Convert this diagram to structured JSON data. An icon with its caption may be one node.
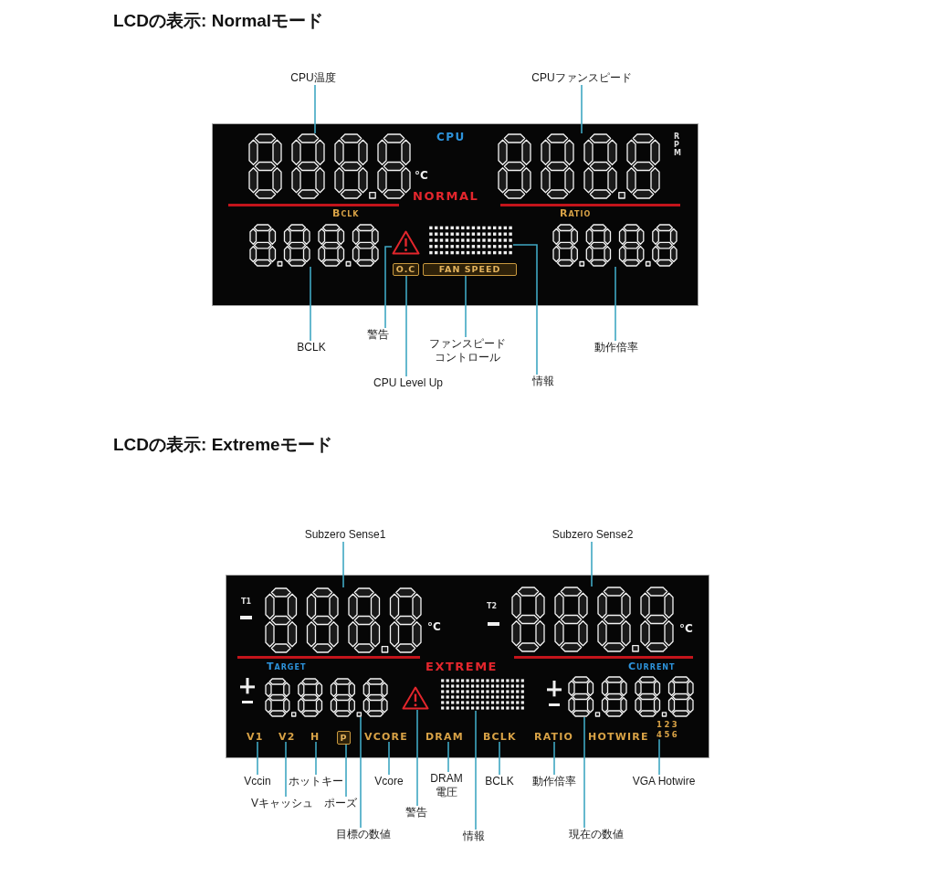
{
  "diagram": {
    "title": "LCDの表示: Normalモード",
    "nodes": [
      {
        "text": [
          "CPU温度"
        ]
      },
      {
        "text": [
          "CPUファンスピード"
        ]
      },
      {
        "text": [
          "CPU",
          "RPM",
          "°C",
          "NORMAL",
          "BCLK",
          "RATIO"
        ]
      },
      {
        "text": [],
        "shape": "picture",
        "in": 2
      },
      {
        "text": [],
        "shape": "picture",
        "in": 2
      },
      {
        "text": [],
        "shape": "picture",
        "in": 2
      },
      {
        "text": [],
        "shape": "triangle",
        "in": 2
      },
      {
        "text": [],
        "shape": "picture",
        "in": 2
      },
      {
        "text": [
          "O.C"
        ],
        "in": 2
      },
      {
        "text": [
          "FAN SPEED"
        ],
        "in": 2
      },
      {
        "text": [],
        "shape": "picture",
        "in": 2
      },
      {
        "text": [
          "BCLK"
        ]
      },
      {
        "text": [
          "警告"
        ]
      },
      {
        "text": [
          "ファンスピードコントロール"
        ]
      },
      {
        "text": [
          "動作倍率"
        ]
      },
      {
        "text": [
          "CPU Level Up"
        ]
      },
      {
        "text": [
          "情報"
        ]
      },
      {
        "text": [
          "Subzero Sense1"
        ]
      },
      {
        "text": [
          "Subzero Sense2"
        ]
      },
      {
        "text": [
          "T1",
          "T2",
          "°C",
          "°C",
          "TARGET",
          "EXTREME",
          "CURRENT",
          "HOTWIRE"
        ]
      },
      {
        "text": [],
        "shape": "picture",
        "in": 19
      },
      {
        "text": [],
        "shape": "picture",
        "in": 19
      },
      {
        "text": [],
        "shape": "picture",
        "in": 19
      },
      {
        "text": [],
        "shape": "triangle",
        "in": 19
      },
      {
        "text": [],
        "shape": "picture",
        "in": 19
      },
      {
        "text": [],
        "shape": "picture",
        "in": 19
      },
      {
        "text": [
          "V1"
        ],
        "in": 19
      },
      {
        "text": [
          "V2"
        ],
        "in": 19
      },
      {
        "text": [
          "H"
        ],
        "in": 19
      },
      {
        "text": [
          "P"
        ],
        "in": 19
      },
      {
        "text": [
          "VCORE"
        ],
        "in": 19
      },
      {
        "text": [
          "DRAM"
        ],
        "in": 19
      },
      {
        "text": [
          "BCLK"
        ],
        "in": 19
      },
      {
        "text": [
          "RATIO"
        ],
        "in": 19
      },
      {
        "text": [
          "123",
          "456"
        ],
        "in": 19
      },
      {
        "text": [
          "Vccin"
        ]
      },
      {
        "text": [
          "ホットキー"
        ]
      },
      {
        "text": [
          "Vcore"
        ]
      },
      {
        "text": [
          "DRAM電圧"
        ]
      },
      {
        "text": [
          "BCLK"
        ]
      },
      {
        "text": [
          "動作倍率"
        ]
      },
      {
        "text": [
          "VGA Hotwire"
        ]
      },
      {
        "text": [
          "Vキャッシュ"
        ]
      },
      {
        "text": [
          "ポーズ"
        ]
      },
      {
        "text": [
          "警告"
        ]
      },
      {
        "text": [
          "目標の数値"
        ]
      },
      {
        "text": [
          "情報"
        ]
      },
      {
        "text": [
          "現在の数値"
        ]
      }
    ],
    "edges": [
      {
        "from": 0,
        "to": 3,
        "arrow": "none"
      },
      {
        "from": 1,
        "to": 4,
        "arrow": "none"
      },
      {
        "from": 11,
        "to": 5,
        "arrow": "none"
      },
      {
        "from": 12,
        "to": 6,
        "arrow": "none"
      },
      {
        "from": 15,
        "to": 8,
        "arrow": "none"
      },
      {
        "from": 13,
        "to": 9,
        "arrow": "none"
      },
      {
        "from": 16,
        "to": 7,
        "arrow": "none"
      },
      {
        "from": 14,
        "to": 10,
        "arrow": "none"
      },
      {
        "from": 17,
        "to": 20,
        "arrow": "none"
      },
      {
        "from": 18,
        "to": 21,
        "arrow": "none"
      },
      {
        "from": 35,
        "to": 26,
        "arrow": "none"
      },
      {
        "from": 42,
        "to": 27,
        "arrow": "none"
      },
      {
        "from": 36,
        "to": 28,
        "arrow": "none"
      },
      {
        "from": 43,
        "to": 29,
        "arrow": "none"
      },
      {
        "from": 45,
        "to": 22,
        "arrow": "none"
      },
      {
        "from": 37,
        "to": 30,
        "arrow": "none"
      },
      {
        "from": 44,
        "to": 23,
        "arrow": "none"
      },
      {
        "from": 38,
        "to": 31,
        "arrow": "none"
      },
      {
        "from": 39,
        "to": 32,
        "arrow": "none"
      },
      {
        "from": 46,
        "to": 24,
        "arrow": "none"
      },
      {
        "from": 40,
        "to": 33,
        "arrow": "none"
      },
      {
        "from": 47,
        "to": 25,
        "arrow": "none"
      },
      {
        "from": 41,
        "to": 34,
        "arrow": "none"
      }
    ],
    "labels": [
      "LCDの表示: Extremeモード"
    ]
  }
}
